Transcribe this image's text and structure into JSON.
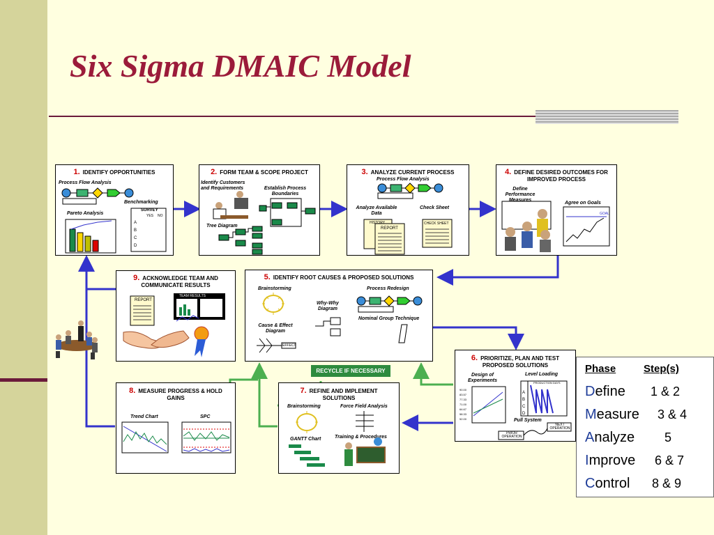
{
  "title": "Six Sigma DMAIC Model",
  "steps": [
    {
      "num": "1.",
      "title": "IDENTIFY OPPORTUNITIES",
      "labels": [
        "Process Flow Analysis",
        "Benchmarking",
        "Pareto Analysis",
        "SURVEY",
        "YES",
        "NO",
        "A",
        "B",
        "C",
        "D"
      ]
    },
    {
      "num": "2.",
      "title": "FORM TEAM & SCOPE PROJECT",
      "labels": [
        "Identify Customers and Requirements",
        "Establish Process Boundaries",
        "Tree Diagram"
      ]
    },
    {
      "num": "3.",
      "title": "ANALYZE CURRENT PROCESS",
      "labels": [
        "Process Flow Analysis",
        "Analyze Available Data",
        "Check Sheet",
        "HISTORY",
        "REPORT",
        "CHECK SHEET"
      ]
    },
    {
      "num": "4.",
      "title": "DEFINE DESIRED OUTCOMES FOR IMPROVED PROCESS",
      "labels": [
        "Define Performance Measures",
        "Agree on Goals",
        "GOAL"
      ]
    },
    {
      "num": "5.",
      "title": "IDENTIFY ROOT CAUSES & PROPOSED SOLUTIONS",
      "labels": [
        "Brainstorming",
        "Process Redesign",
        "Why-Why Diagram",
        "Nominal Group Technique",
        "Cause & Effect Diagram",
        "EFFECT"
      ]
    },
    {
      "num": "6.",
      "title": "PRIORITIZE, PLAN AND TEST PROPOSED SOLUTIONS",
      "labels": [
        "Design of Experiments",
        "Level Loading",
        "PRODUCTION DAYS",
        "Pull System",
        "NEXT OPERATION",
        "PRIOR OPERATION"
      ]
    },
    {
      "num": "7.",
      "title": "REFINE AND IMPLEMENT SOLUTIONS",
      "labels": [
        "Brainstorming",
        "Force Field Analysis",
        "GANTT Chart",
        "Training & Procedures"
      ]
    },
    {
      "num": "8.",
      "title": "MEASURE PROGRESS & HOLD GAINS",
      "labels": [
        "Trend Chart",
        "SPC"
      ]
    },
    {
      "num": "9.",
      "title": "ACKNOWLEDGE TEAM AND COMMUNICATE RESULTS",
      "labels": [
        "REPORT",
        "TEAM RESULTS"
      ]
    }
  ],
  "recycle": "RECYCLE IF NECESSARY",
  "phase_table": {
    "col1": "Phase",
    "col2": "Step(s)",
    "rows": [
      {
        "cap": "D",
        "rest": "efine",
        "steps": "1 & 2"
      },
      {
        "cap": "M",
        "rest": "easure",
        "steps": "3 & 4"
      },
      {
        "cap": "A",
        "rest": "nalyze",
        "steps": "5"
      },
      {
        "cap": "I",
        "rest": "mprove",
        "steps": "6 & 7"
      },
      {
        "cap": "C",
        "rest": "ontrol",
        "steps": "8 & 9"
      }
    ]
  },
  "colors": {
    "title": "#9B1B3A",
    "accent_blue": "#3333CC",
    "accent_green": "#4CAF50",
    "sidebar": "#D5D49B"
  }
}
